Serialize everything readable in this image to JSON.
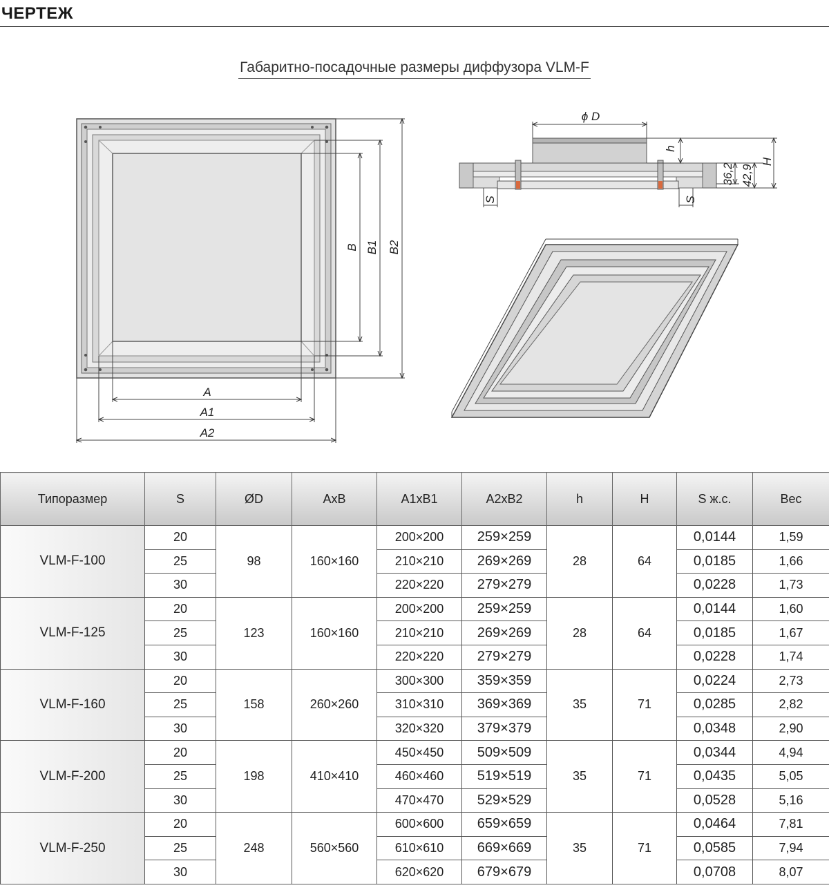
{
  "header": {
    "logo": "ЧЕРТЕЖ"
  },
  "drawing": {
    "title": "Габаритно-посадочные размеры диффузора VLM-F",
    "labels": {
      "A": "A",
      "A1": "A1",
      "A2": "A2",
      "B": "B",
      "B1": "B1",
      "B2": "B2",
      "D": "ϕ D",
      "h": "h",
      "H": "H",
      "d1": "36,2",
      "d2": "42,9",
      "S": "S"
    }
  },
  "table": {
    "headers": [
      "Типоразмер",
      "S",
      "ØD",
      "AxB",
      "A1xB1",
      "A2xB2",
      "h",
      "H",
      "S ж.с.",
      "Вес"
    ],
    "groups": [
      {
        "model": "VLM-F-100",
        "d": "98",
        "ab": "160×160",
        "h": "28",
        "H": "64",
        "rows": [
          {
            "s": "20",
            "a1b1": "200×200",
            "a2b2": "259×259",
            "sjs": "0,0144",
            "ves": "1,59"
          },
          {
            "s": "25",
            "a1b1": "210×210",
            "a2b2": "269×269",
            "sjs": "0,0185",
            "ves": "1,66"
          },
          {
            "s": "30",
            "a1b1": "220×220",
            "a2b2": "279×279",
            "sjs": "0,0228",
            "ves": "1,73"
          }
        ]
      },
      {
        "model": "VLM-F-125",
        "d": "123",
        "ab": "160×160",
        "h": "28",
        "H": "64",
        "rows": [
          {
            "s": "20",
            "a1b1": "200×200",
            "a2b2": "259×259",
            "sjs": "0,0144",
            "ves": "1,60"
          },
          {
            "s": "25",
            "a1b1": "210×210",
            "a2b2": "269×269",
            "sjs": "0,0185",
            "ves": "1,67"
          },
          {
            "s": "30",
            "a1b1": "220×220",
            "a2b2": "279×279",
            "sjs": "0,0228",
            "ves": "1,74"
          }
        ]
      },
      {
        "model": "VLM-F-160",
        "d": "158",
        "ab": "260×260",
        "h": "35",
        "H": "71",
        "rows": [
          {
            "s": "20",
            "a1b1": "300×300",
            "a2b2": "359×359",
            "sjs": "0,0224",
            "ves": "2,73"
          },
          {
            "s": "25",
            "a1b1": "310×310",
            "a2b2": "369×369",
            "sjs": "0,0285",
            "ves": "2,82"
          },
          {
            "s": "30",
            "a1b1": "320×320",
            "a2b2": "379×379",
            "sjs": "0,0348",
            "ves": "2,90"
          }
        ]
      },
      {
        "model": "VLM-F-200",
        "d": "198",
        "ab": "410×410",
        "h": "35",
        "H": "71",
        "rows": [
          {
            "s": "20",
            "a1b1": "450×450",
            "a2b2": "509×509",
            "sjs": "0,0344",
            "ves": "4,94"
          },
          {
            "s": "25",
            "a1b1": "460×460",
            "a2b2": "519×519",
            "sjs": "0,0435",
            "ves": "5,05"
          },
          {
            "s": "30",
            "a1b1": "470×470",
            "a2b2": "529×529",
            "sjs": "0,0528",
            "ves": "5,16"
          }
        ]
      },
      {
        "model": "VLM-F-250",
        "d": "248",
        "ab": "560×560",
        "h": "35",
        "H": "71",
        "rows": [
          {
            "s": "20",
            "a1b1": "600×600",
            "a2b2": "659×659",
            "sjs": "0,0464",
            "ves": "7,81"
          },
          {
            "s": "25",
            "a1b1": "610×610",
            "a2b2": "669×669",
            "sjs": "0,0585",
            "ves": "7,94"
          },
          {
            "s": "30",
            "a1b1": "620×620",
            "a2b2": "679×679",
            "sjs": "0,0708",
            "ves": "8,07"
          }
        ]
      }
    ]
  }
}
